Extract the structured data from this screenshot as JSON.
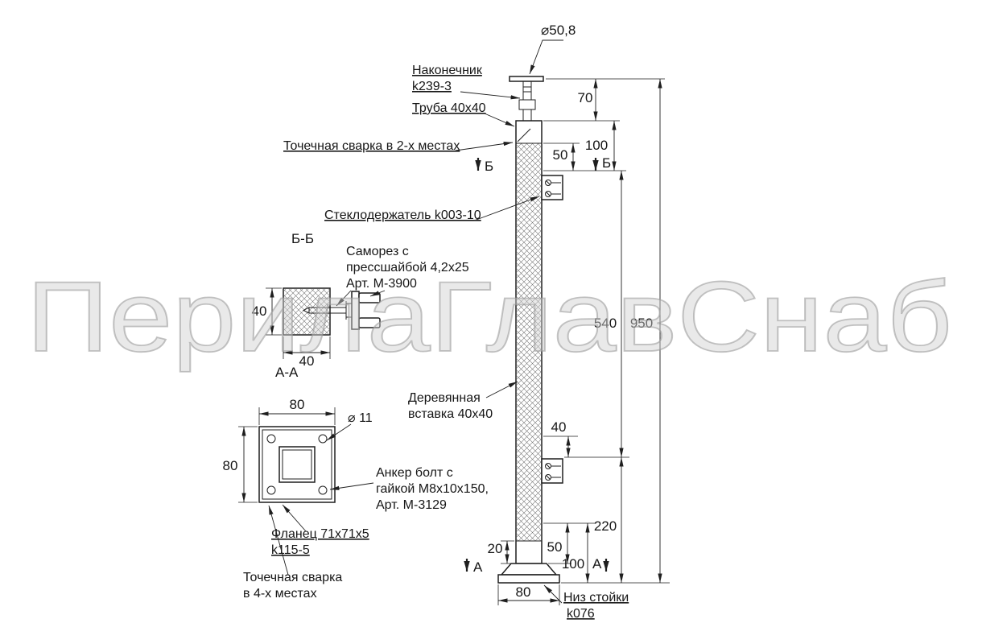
{
  "watermark": "ПерилаГлавСнаб",
  "colors": {
    "line": "#1f1f1f",
    "background": "#ffffff",
    "watermark_fill": "#cfcfcf",
    "watermark_outline": "#9c9c9c"
  },
  "callouts": {
    "diameter_top": "⌀50,8",
    "tip_name": "Наконечник",
    "tip_part": "k239-3",
    "tube": "Труба 40x40",
    "spot_weld_2_places": "Точечная сварка в 2-х местах",
    "glass_holder": "Стеклодержатель k003-10",
    "screw_1": "Саморез с",
    "screw_2": "прессшайбой 4,2x25",
    "screw_3": "Арт. М-3900",
    "wood_1": "Деревянная",
    "wood_2": "вставка 40x40",
    "anchor_1": "Анкер болт с",
    "anchor_2": "гайкой М8х10х150,",
    "anchor_3": "Арт. М-3129",
    "flange_1": "Фланец 71x71x5",
    "flange_2": "k115-5",
    "spot_weld_4_1": "Точечная сварка",
    "spot_weld_4_2": "в 4-х местах",
    "bottom_1": "Низ стойки",
    "bottom_2": "k076",
    "hole_diameter": "⌀ 11"
  },
  "sections": {
    "bb_title": "Б-Б",
    "aa_title": "А-А",
    "mark_b": "Б",
    "mark_a": "А"
  },
  "dimensions": {
    "top_70": "70",
    "top_100": "100",
    "top_50": "50",
    "mid_540": "540",
    "overall_950": "950",
    "mid_40": "40",
    "bottom_220": "220",
    "bottom_100": "100",
    "bottom_50": "50",
    "bottom_20": "20",
    "base_80": "80",
    "bb_width_40": "40",
    "bb_height_40": "40",
    "aa_width_80": "80",
    "aa_height_80": "80"
  }
}
